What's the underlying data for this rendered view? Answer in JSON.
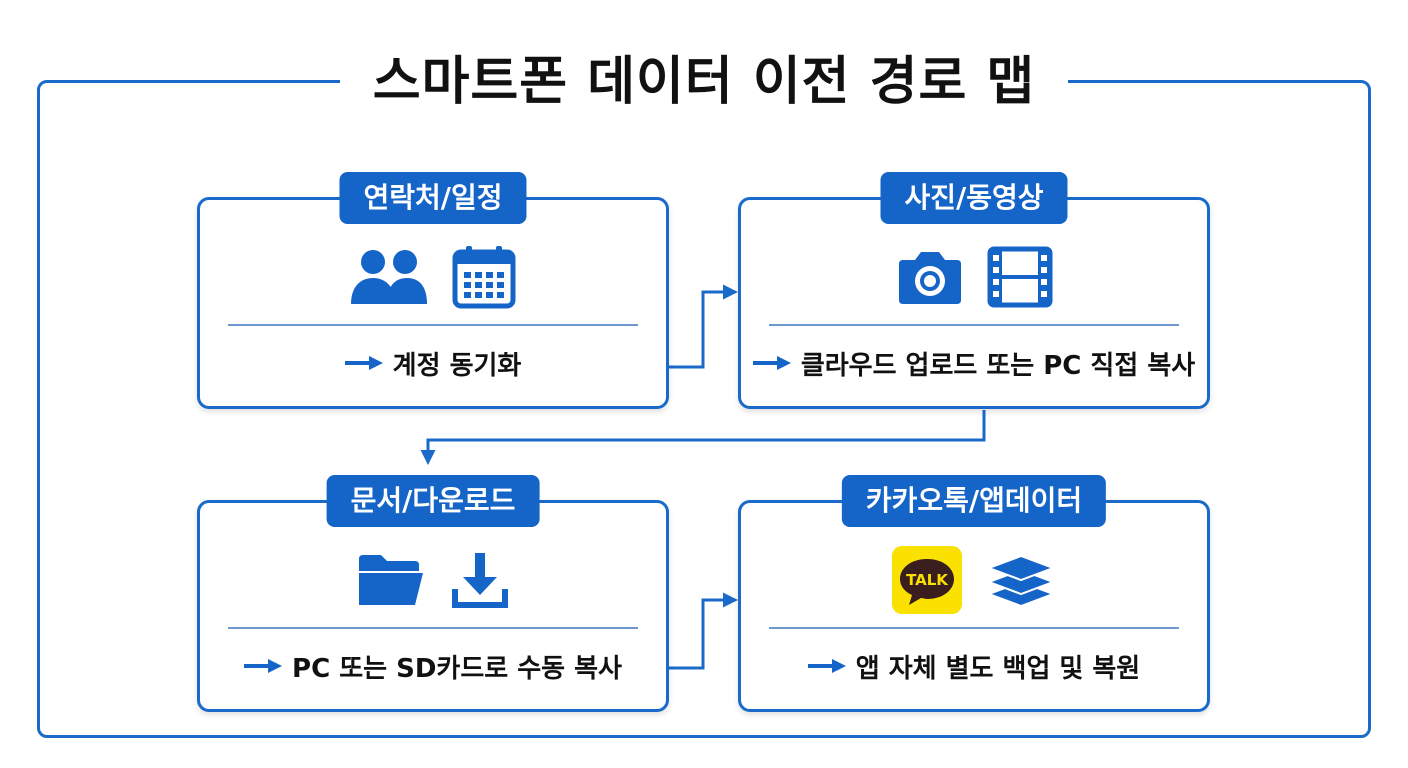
{
  "title": "스마트폰 데이터 이전 경로 맵",
  "colors": {
    "accent": "#1565c8",
    "border": "#1a6ac9",
    "kakao_yellow": "#fae100"
  },
  "cards": [
    {
      "label": "연락처/일정",
      "icons": [
        "people-icon",
        "calendar-icon"
      ],
      "description": "계정 동기화"
    },
    {
      "label": "사진/동영상",
      "icons": [
        "camera-icon",
        "film-icon"
      ],
      "description": "클라우드 업로드 또는 PC 직접 복사"
    },
    {
      "label": "문서/다운로드",
      "icons": [
        "folder-icon",
        "download-icon"
      ],
      "description": "PC 또는 SD카드로 수동 복사"
    },
    {
      "label": "카카오톡/앱데이터",
      "icons": [
        "kakaotalk-icon",
        "layers-icon"
      ],
      "description": "앱 자체 별도 백업 및 복원",
      "kakao_text": "TALK"
    }
  ]
}
